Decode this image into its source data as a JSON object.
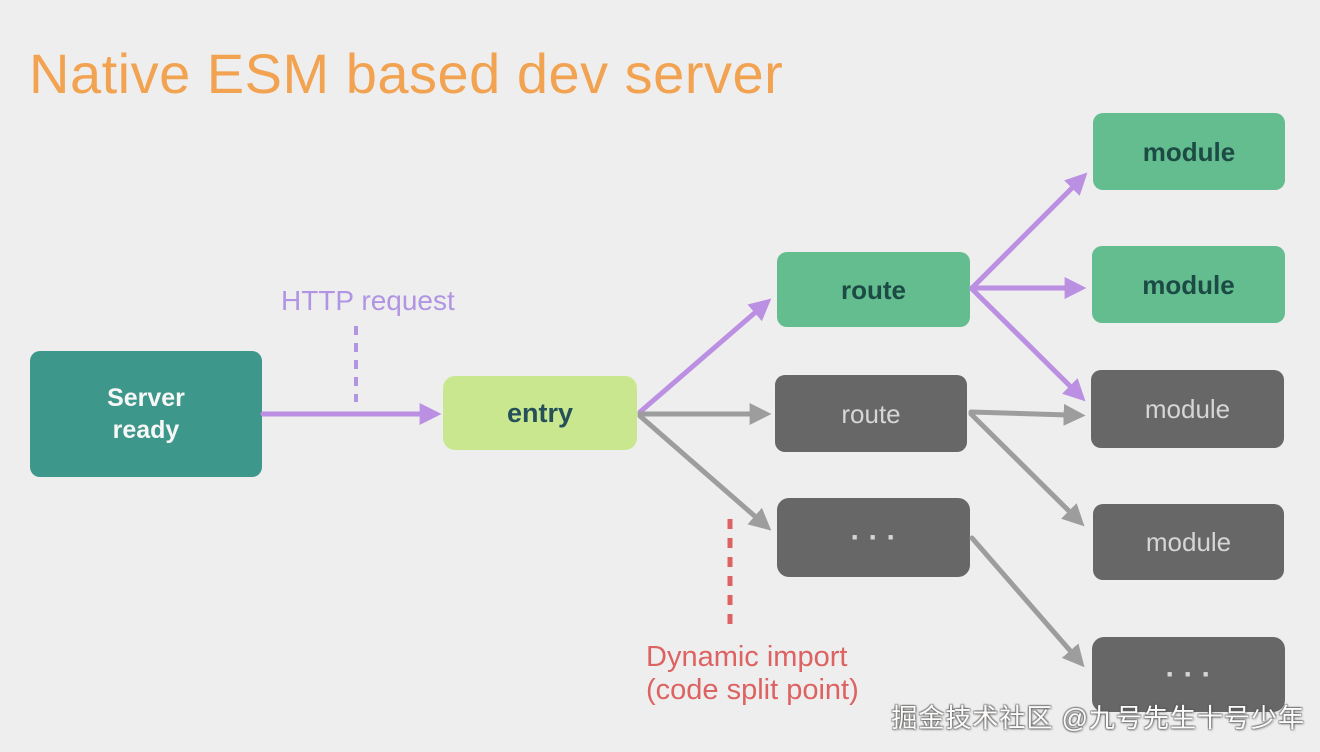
{
  "title": "Native ESM based dev server",
  "colors": {
    "bg": "#EFEEEE",
    "orange": "#F2A351",
    "teal": "#3E978B",
    "lime": "#C9E78F",
    "green": "#64BD8E",
    "gray_box": "#676767",
    "purple": "#BB8FE2",
    "lavender": "#B095E2",
    "gray_arrow": "#9D9D9D",
    "red": "#DD6262",
    "dark_teal": "#1C4B45",
    "dark_slate": "#25505A",
    "gray_text": "#D6D6D6",
    "white_text": "#F7F7F7"
  },
  "nodes": {
    "server_ready": {
      "label": "Server\nready"
    },
    "entry": {
      "label": "entry"
    },
    "route_green": {
      "label": "route"
    },
    "route_gray": {
      "label": "route"
    },
    "dots_mid": {
      "label": "···"
    },
    "module_green_1": {
      "label": "module"
    },
    "module_green_2": {
      "label": "module"
    },
    "module_gray_1": {
      "label": "module"
    },
    "module_gray_2": {
      "label": "module"
    },
    "dots_right": {
      "label": "···"
    }
  },
  "annotations": {
    "http_request": "HTTP request",
    "dynamic_import": "Dynamic import\n(code split point)"
  },
  "watermark": "掘金技术社区 @九号先生十号少年"
}
